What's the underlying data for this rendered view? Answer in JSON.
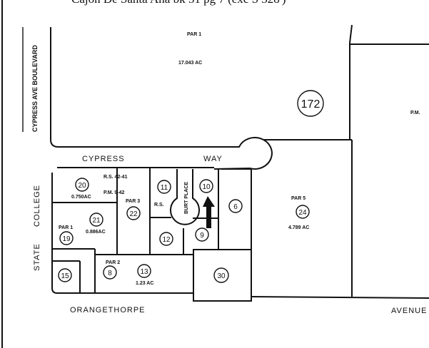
{
  "header": {
    "text": "Cajon De Santa Ana bk 51 pg 7 (exc S 328')"
  },
  "streets": {
    "cypress_ave_blvd": "CYPRESS AVE BOULEVARD",
    "cypress_way_1": "CYPRESS",
    "cypress_way_2": "WAY",
    "burt_place": "BURT PLACE",
    "state_college_1": "STATE",
    "state_college_2": "COLLEGE",
    "orangethorpe": "ORANGETHORPE",
    "avenue": "AVENUE"
  },
  "parcels": {
    "p172": "172",
    "par1_top": "PAR 1",
    "par1_top_area": "17.043 AC",
    "p20": "20",
    "p20_area": "0.750AC",
    "p21": "21",
    "p21_area": "0.886AC",
    "p19": "19",
    "p19_label": "PAR 1",
    "p22": "22",
    "p22_label": "PAR 3",
    "p11": "11",
    "p12": "12",
    "p10": "10",
    "p9": "9",
    "p6": "6",
    "p24": "24",
    "p24_label": "PAR 5",
    "p24_area": "4.789 AC",
    "p15": "15",
    "p8": "8",
    "p8_label": "PAR 2",
    "p13": "13",
    "p13_area": "1.23 AC",
    "p30": "30",
    "rs1": "R.S. 42-41",
    "pm1": "P.M. 9-42",
    "rs2": "R.S.",
    "right_pm": "P.M."
  },
  "colors": {
    "ink": "#111111",
    "paper": "#ffffff"
  },
  "marker": {
    "icon": "arrow-up-icon",
    "target_parcel": "10"
  }
}
